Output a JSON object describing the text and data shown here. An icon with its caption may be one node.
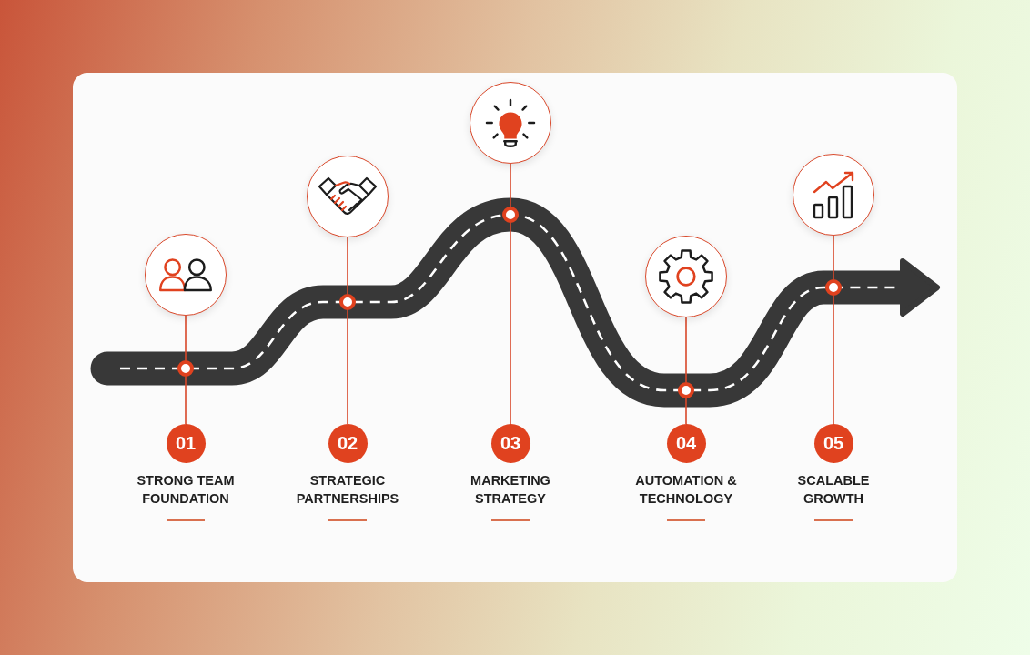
{
  "diagram": {
    "nodes": [
      {
        "text": [],
        "shape": "circle"
      },
      {
        "text": [],
        "shape": "circle"
      },
      {
        "text": [
          "01",
          "STRONG TEAM FOUNDATION"
        ]
      },
      {
        "text": [],
        "shape": "circle"
      },
      {
        "text": [],
        "shape": "circle"
      },
      {
        "text": [
          "02",
          "STRATEGIC PARTNERSHIPS"
        ]
      },
      {
        "text": [],
        "shape": "circle"
      },
      {
        "text": [],
        "shape": "circle"
      },
      {
        "text": [
          "03",
          "MARKETING STRATEGY"
        ]
      },
      {
        "text": [],
        "shape": "circle"
      },
      {
        "text": [],
        "shape": "circle"
      },
      {
        "text": [
          "04",
          "AUTOMATION & TECHNOLOGY"
        ]
      },
      {
        "text": [],
        "shape": "circle"
      },
      {
        "text": [],
        "shape": "circle"
      },
      {
        "text": [
          "05",
          "SCALABLE GROWTH"
        ]
      }
    ],
    "edges": [
      {
        "from": 0,
        "to": 1,
        "arrow": "none"
      },
      {
        "from": 1,
        "to": 2,
        "arrow": "none"
      },
      {
        "from": 3,
        "to": 4,
        "arrow": "none"
      },
      {
        "from": 4,
        "to": 5,
        "arrow": "none"
      },
      {
        "from": 6,
        "to": 7,
        "arrow": "none"
      },
      {
        "from": 7,
        "to": 8,
        "arrow": "none"
      },
      {
        "from": 9,
        "to": 10,
        "arrow": "none"
      },
      {
        "from": 10,
        "to": 11,
        "arrow": "none"
      },
      {
        "from": 12,
        "to": 13,
        "arrow": "none"
      },
      {
        "from": 13,
        "to": 14,
        "arrow": "none"
      }
    ]
  }
}
